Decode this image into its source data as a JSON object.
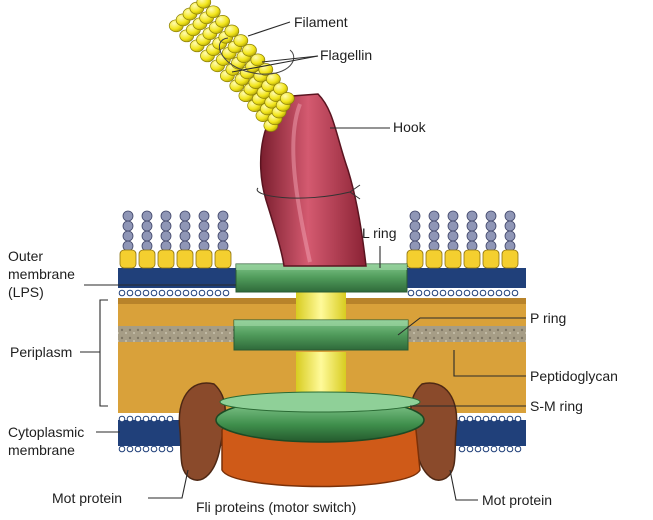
{
  "diagram": {
    "labels": {
      "filament": "Filament",
      "flagellin": "Flagellin",
      "hook": "Hook",
      "l_ring": "L ring",
      "outer_membrane": [
        "Outer",
        "membrane",
        "(LPS)"
      ],
      "p_ring": "P ring",
      "periplasm": "Periplasm",
      "peptidoglycan": "Peptidoglycan",
      "sm_ring": "S-M ring",
      "cytoplasmic_membrane": [
        "Cytoplasmic",
        "membrane"
      ],
      "mot_protein_left": "Mot protein",
      "fli_proteins": "Fli proteins (motor switch)",
      "mot_protein_right": "Mot protein"
    },
    "colors": {
      "flagellin": "#f2e51a",
      "hook": "#b8344b",
      "rings": "#4f9a5a",
      "lps_heads": "#8f96b6",
      "lipid_heads": "#f4cf2f",
      "membrane_core": "#20407a",
      "periplasm": "#d9a13a",
      "peptidoglycan": "#a69d86",
      "mot_protein": "#8a4a2b",
      "fli_proteins": "#cf5a18",
      "rod": "#f6ee5a"
    }
  }
}
